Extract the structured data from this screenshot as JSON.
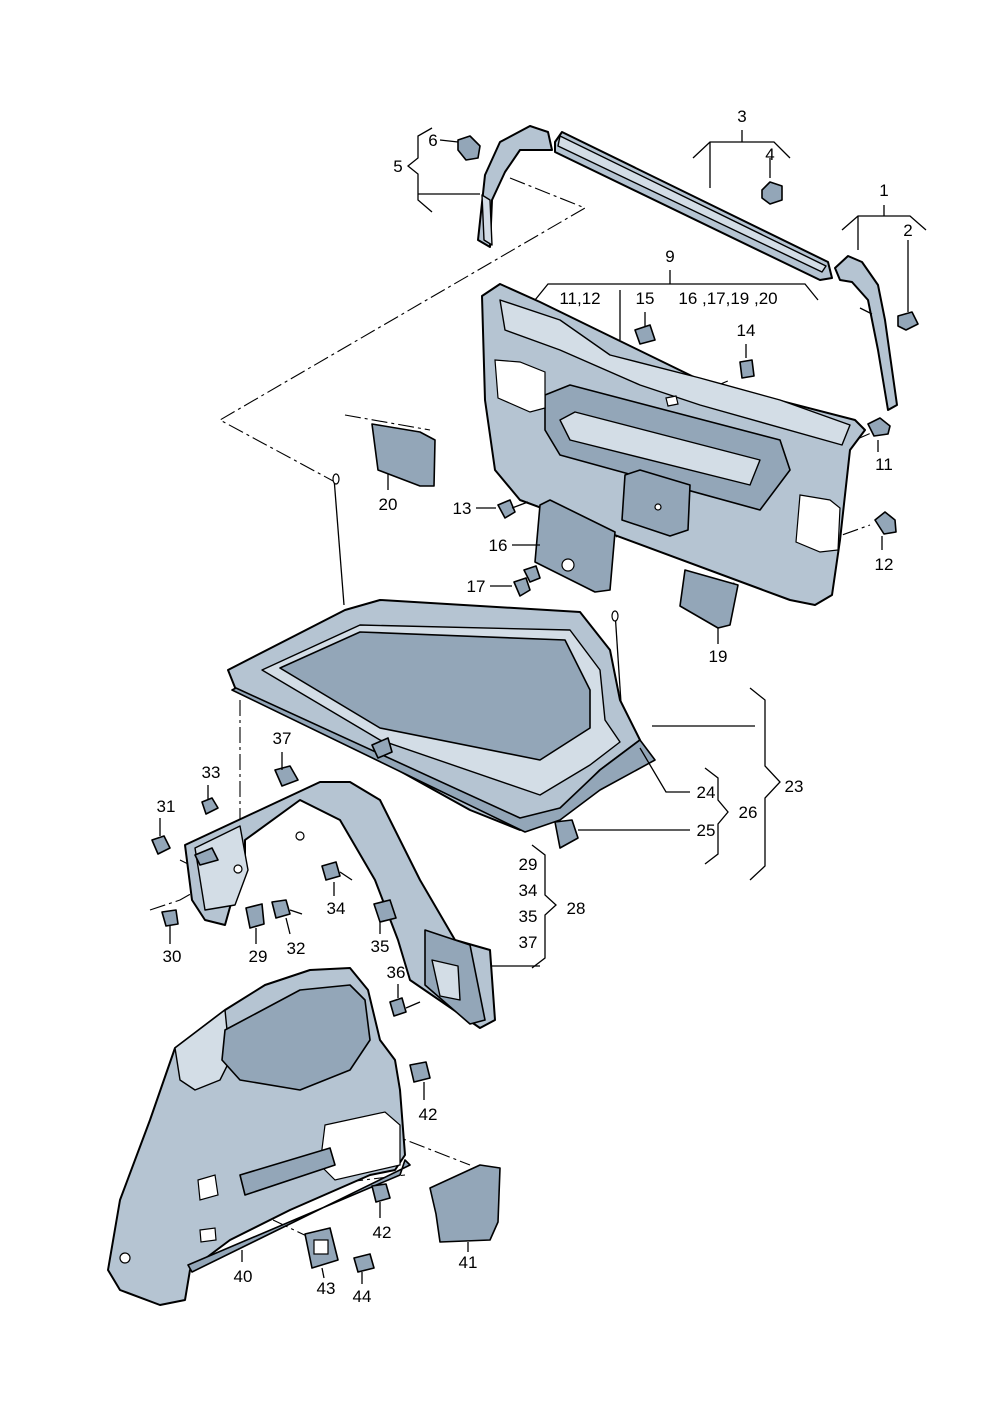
{
  "callouts": [
    {
      "id": "c1",
      "text": "1"
    },
    {
      "id": "c2",
      "text": "2"
    },
    {
      "id": "c3",
      "text": "3"
    },
    {
      "id": "c4",
      "text": "4"
    },
    {
      "id": "c5",
      "text": "5"
    },
    {
      "id": "c6",
      "text": "6"
    },
    {
      "id": "c9",
      "text": "9"
    },
    {
      "id": "c9a",
      "text": "11,12"
    },
    {
      "id": "c9b",
      "text": "15"
    },
    {
      "id": "c9c",
      "text": "16 ,17,19 ,20"
    },
    {
      "id": "c14",
      "text": "14"
    },
    {
      "id": "c11",
      "text": "11"
    },
    {
      "id": "c12",
      "text": "12"
    },
    {
      "id": "c13",
      "text": "13"
    },
    {
      "id": "c16",
      "text": "16"
    },
    {
      "id": "c17",
      "text": "17"
    },
    {
      "id": "c19",
      "text": "19"
    },
    {
      "id": "c20",
      "text": "20"
    },
    {
      "id": "c23",
      "text": "23"
    },
    {
      "id": "c24",
      "text": "24"
    },
    {
      "id": "c25",
      "text": "25"
    },
    {
      "id": "c26",
      "text": "26"
    },
    {
      "id": "c28a",
      "text": "29"
    },
    {
      "id": "c28b",
      "text": "34"
    },
    {
      "id": "c28c",
      "text": "35"
    },
    {
      "id": "c28d",
      "text": "37"
    },
    {
      "id": "c28",
      "text": "28"
    },
    {
      "id": "c37",
      "text": "37"
    },
    {
      "id": "c33",
      "text": "33"
    },
    {
      "id": "c31",
      "text": "31"
    },
    {
      "id": "c34",
      "text": "34"
    },
    {
      "id": "c30",
      "text": "30"
    },
    {
      "id": "c29",
      "text": "29"
    },
    {
      "id": "c32",
      "text": "32"
    },
    {
      "id": "c35",
      "text": "35"
    },
    {
      "id": "c36",
      "text": "36"
    },
    {
      "id": "c42a",
      "text": "42"
    },
    {
      "id": "c42b",
      "text": "42"
    },
    {
      "id": "c40",
      "text": "40"
    },
    {
      "id": "c41",
      "text": "41"
    },
    {
      "id": "c43",
      "text": "43"
    },
    {
      "id": "c44",
      "text": "44"
    }
  ]
}
